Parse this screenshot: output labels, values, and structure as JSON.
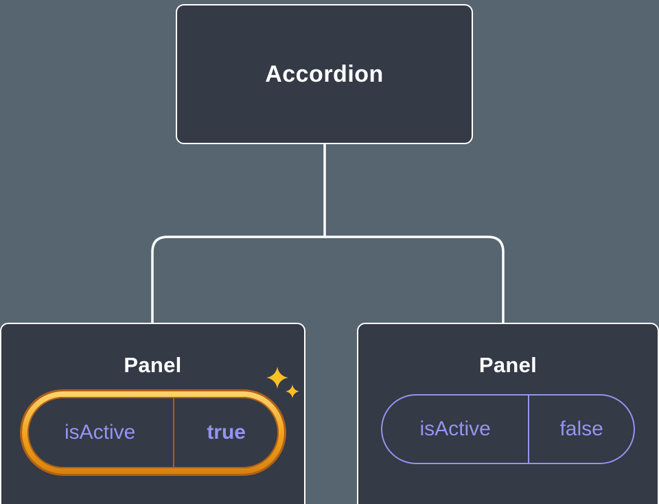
{
  "colors": {
    "canvas-bg": "#566570",
    "node-bg": "#343a46",
    "node-border": "#ffffff",
    "purple": "#9494f2",
    "gold-light": "#ffd36e",
    "gold": "#f0a01c",
    "gold-dark": "#b06114",
    "white": "#ffffff"
  },
  "tree": {
    "root": {
      "label": "Accordion"
    },
    "panels": [
      {
        "title": "Panel",
        "prop_name": "isActive",
        "prop_value": "true",
        "active": true,
        "icon": "sparkles-icon"
      },
      {
        "title": "Panel",
        "prop_name": "isActive",
        "prop_value": "false",
        "active": false
      }
    ]
  }
}
